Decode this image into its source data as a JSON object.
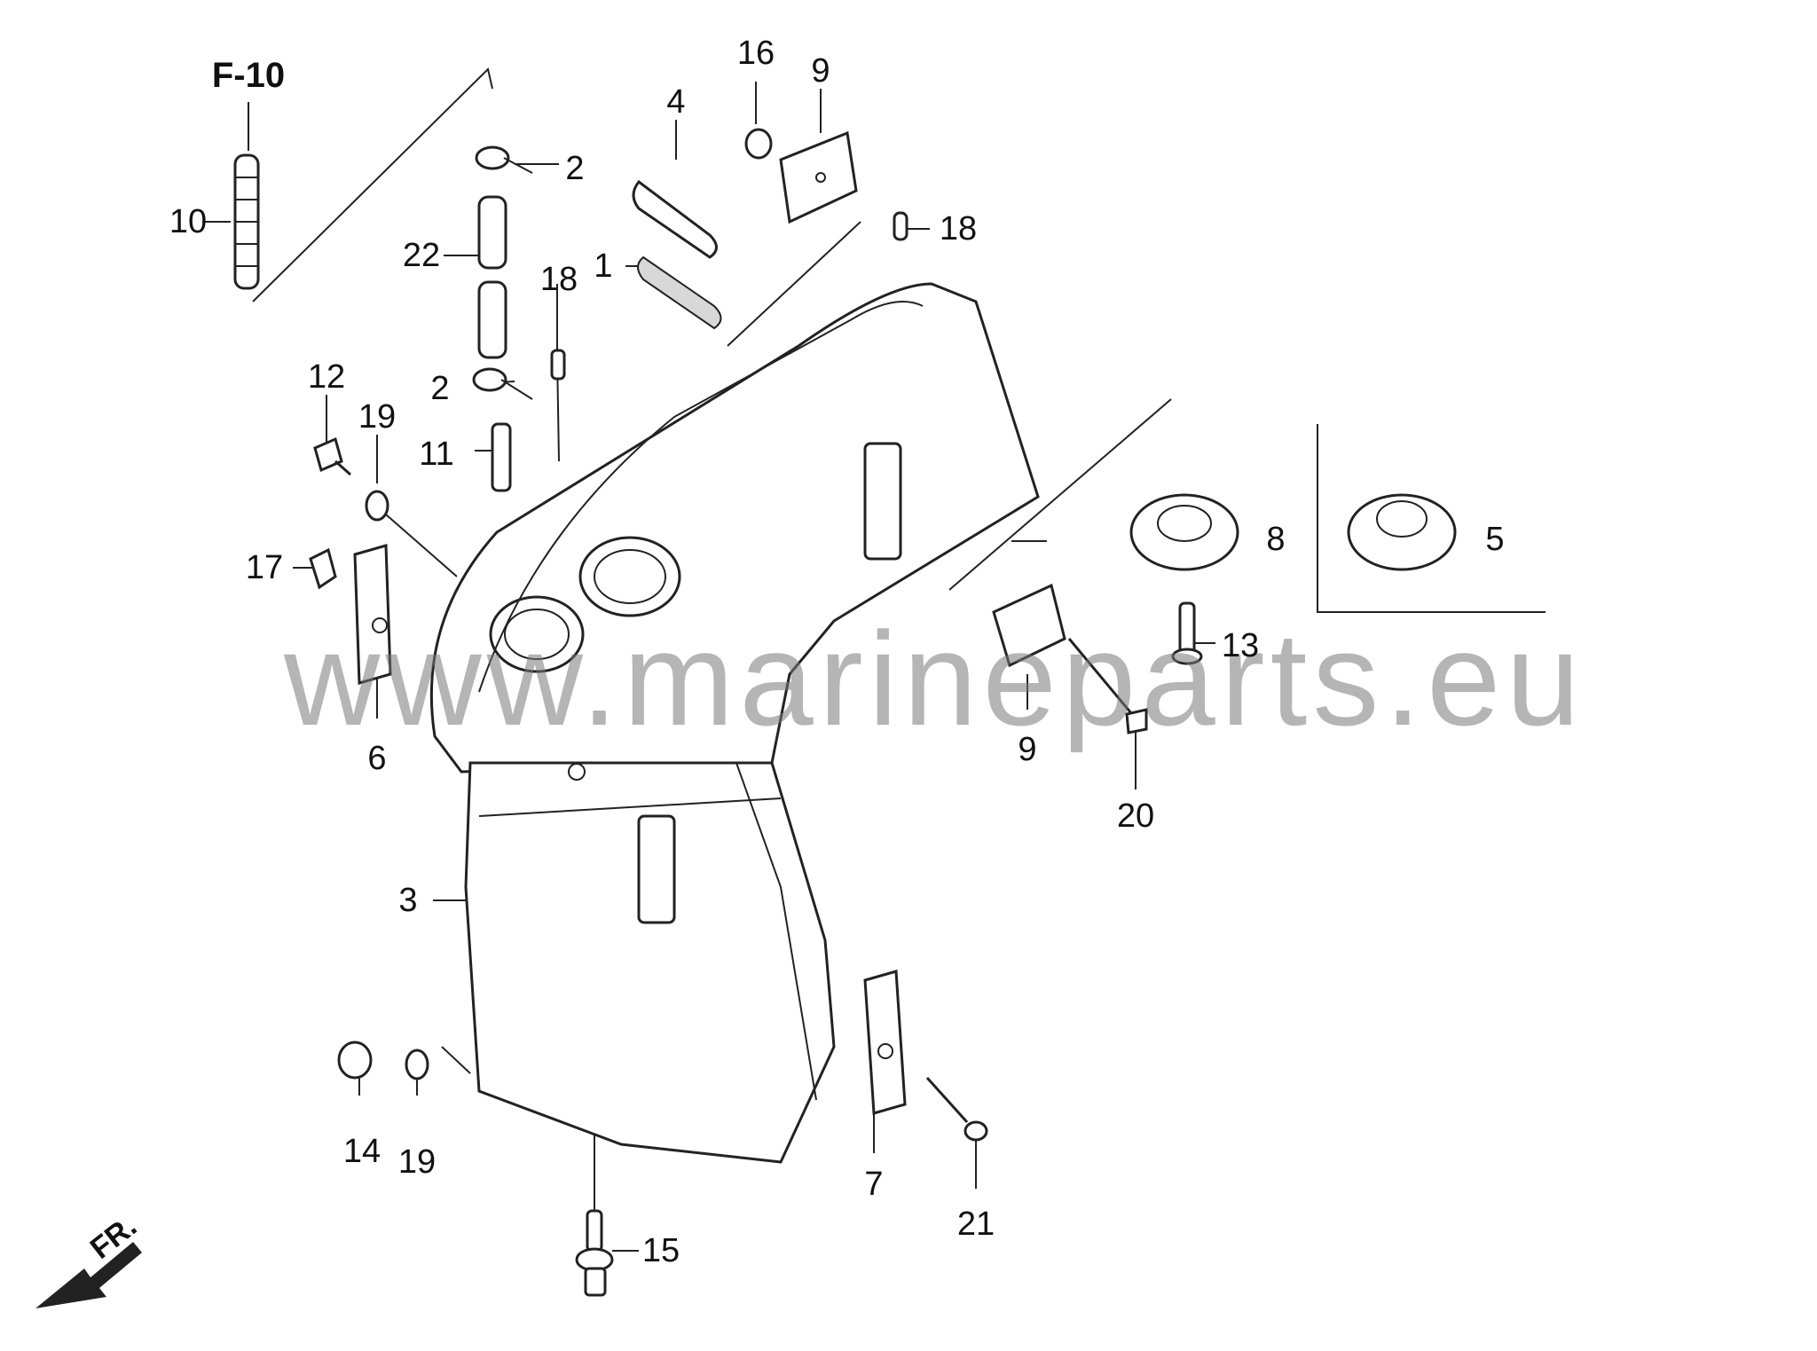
{
  "diagram": {
    "reference": "F-10",
    "front_marker": "FR.",
    "watermark": "www.marineparts.eu",
    "callouts": [
      {
        "id": "c1",
        "label": "1"
      },
      {
        "id": "c2a",
        "label": "2"
      },
      {
        "id": "c2b",
        "label": "2"
      },
      {
        "id": "c3",
        "label": "3"
      },
      {
        "id": "c4",
        "label": "4"
      },
      {
        "id": "c5",
        "label": "5"
      },
      {
        "id": "c6",
        "label": "6"
      },
      {
        "id": "c7",
        "label": "7"
      },
      {
        "id": "c8",
        "label": "8"
      },
      {
        "id": "c9a",
        "label": "9"
      },
      {
        "id": "c9b",
        "label": "9"
      },
      {
        "id": "c10",
        "label": "10"
      },
      {
        "id": "c11",
        "label": "11"
      },
      {
        "id": "c12",
        "label": "12"
      },
      {
        "id": "c13",
        "label": "13"
      },
      {
        "id": "c14",
        "label": "14"
      },
      {
        "id": "c15",
        "label": "15"
      },
      {
        "id": "c16",
        "label": "16"
      },
      {
        "id": "c17",
        "label": "17"
      },
      {
        "id": "c18a",
        "label": "18"
      },
      {
        "id": "c18b",
        "label": "18"
      },
      {
        "id": "c19a",
        "label": "19"
      },
      {
        "id": "c19b",
        "label": "19"
      },
      {
        "id": "c20",
        "label": "20"
      },
      {
        "id": "c21",
        "label": "21"
      },
      {
        "id": "c22",
        "label": "22"
      }
    ]
  }
}
